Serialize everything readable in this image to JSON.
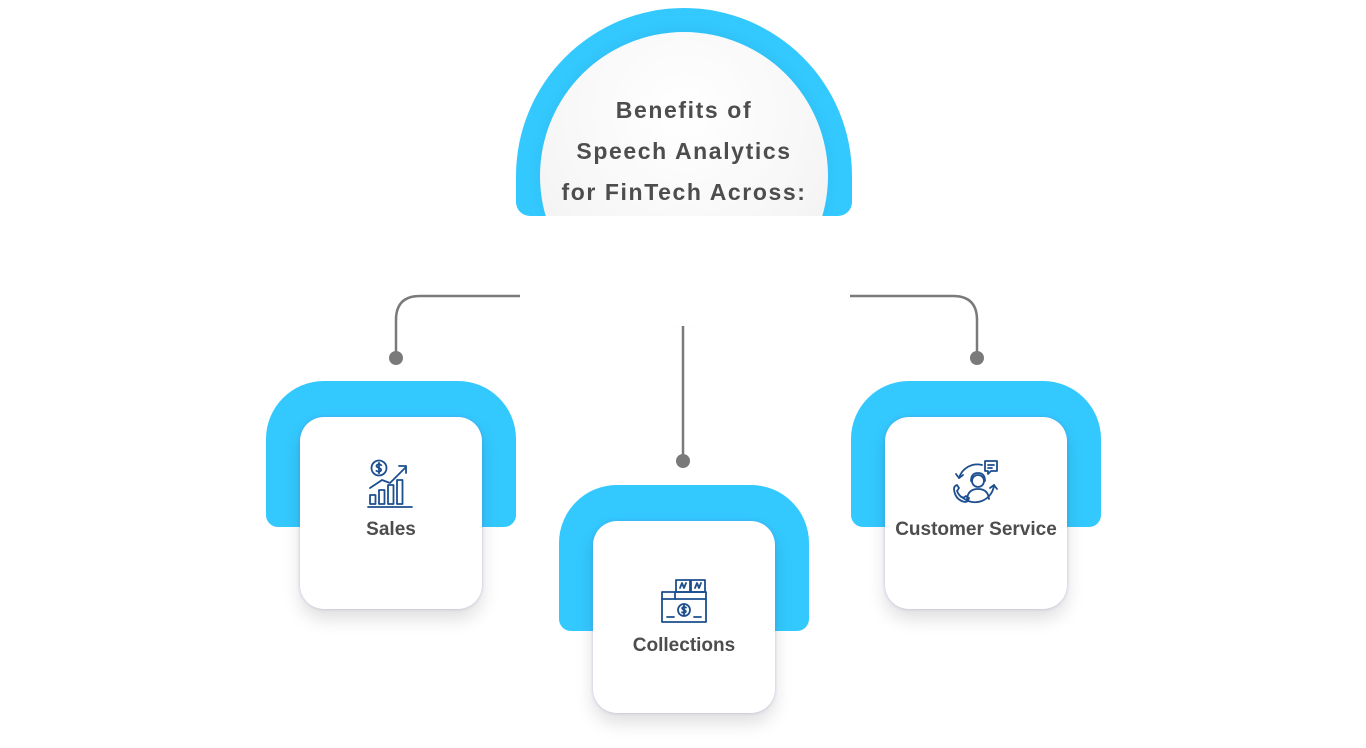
{
  "header": {
    "title_lines": [
      "Benefits of",
      "Speech Analytics",
      "for FinTech Across:"
    ],
    "ring_color": "#33c9ff"
  },
  "cards": [
    {
      "label": "Sales",
      "icon": "sales-growth-icon"
    },
    {
      "label": "Collections",
      "icon": "cash-register-icon"
    },
    {
      "label": "Customer Service",
      "icon": "customer-support-icon"
    }
  ],
  "colors": {
    "accent": "#33c9ff",
    "connector": "#7a7a7a",
    "text": "#4d4d4d",
    "icon": "#1d4e8f"
  }
}
